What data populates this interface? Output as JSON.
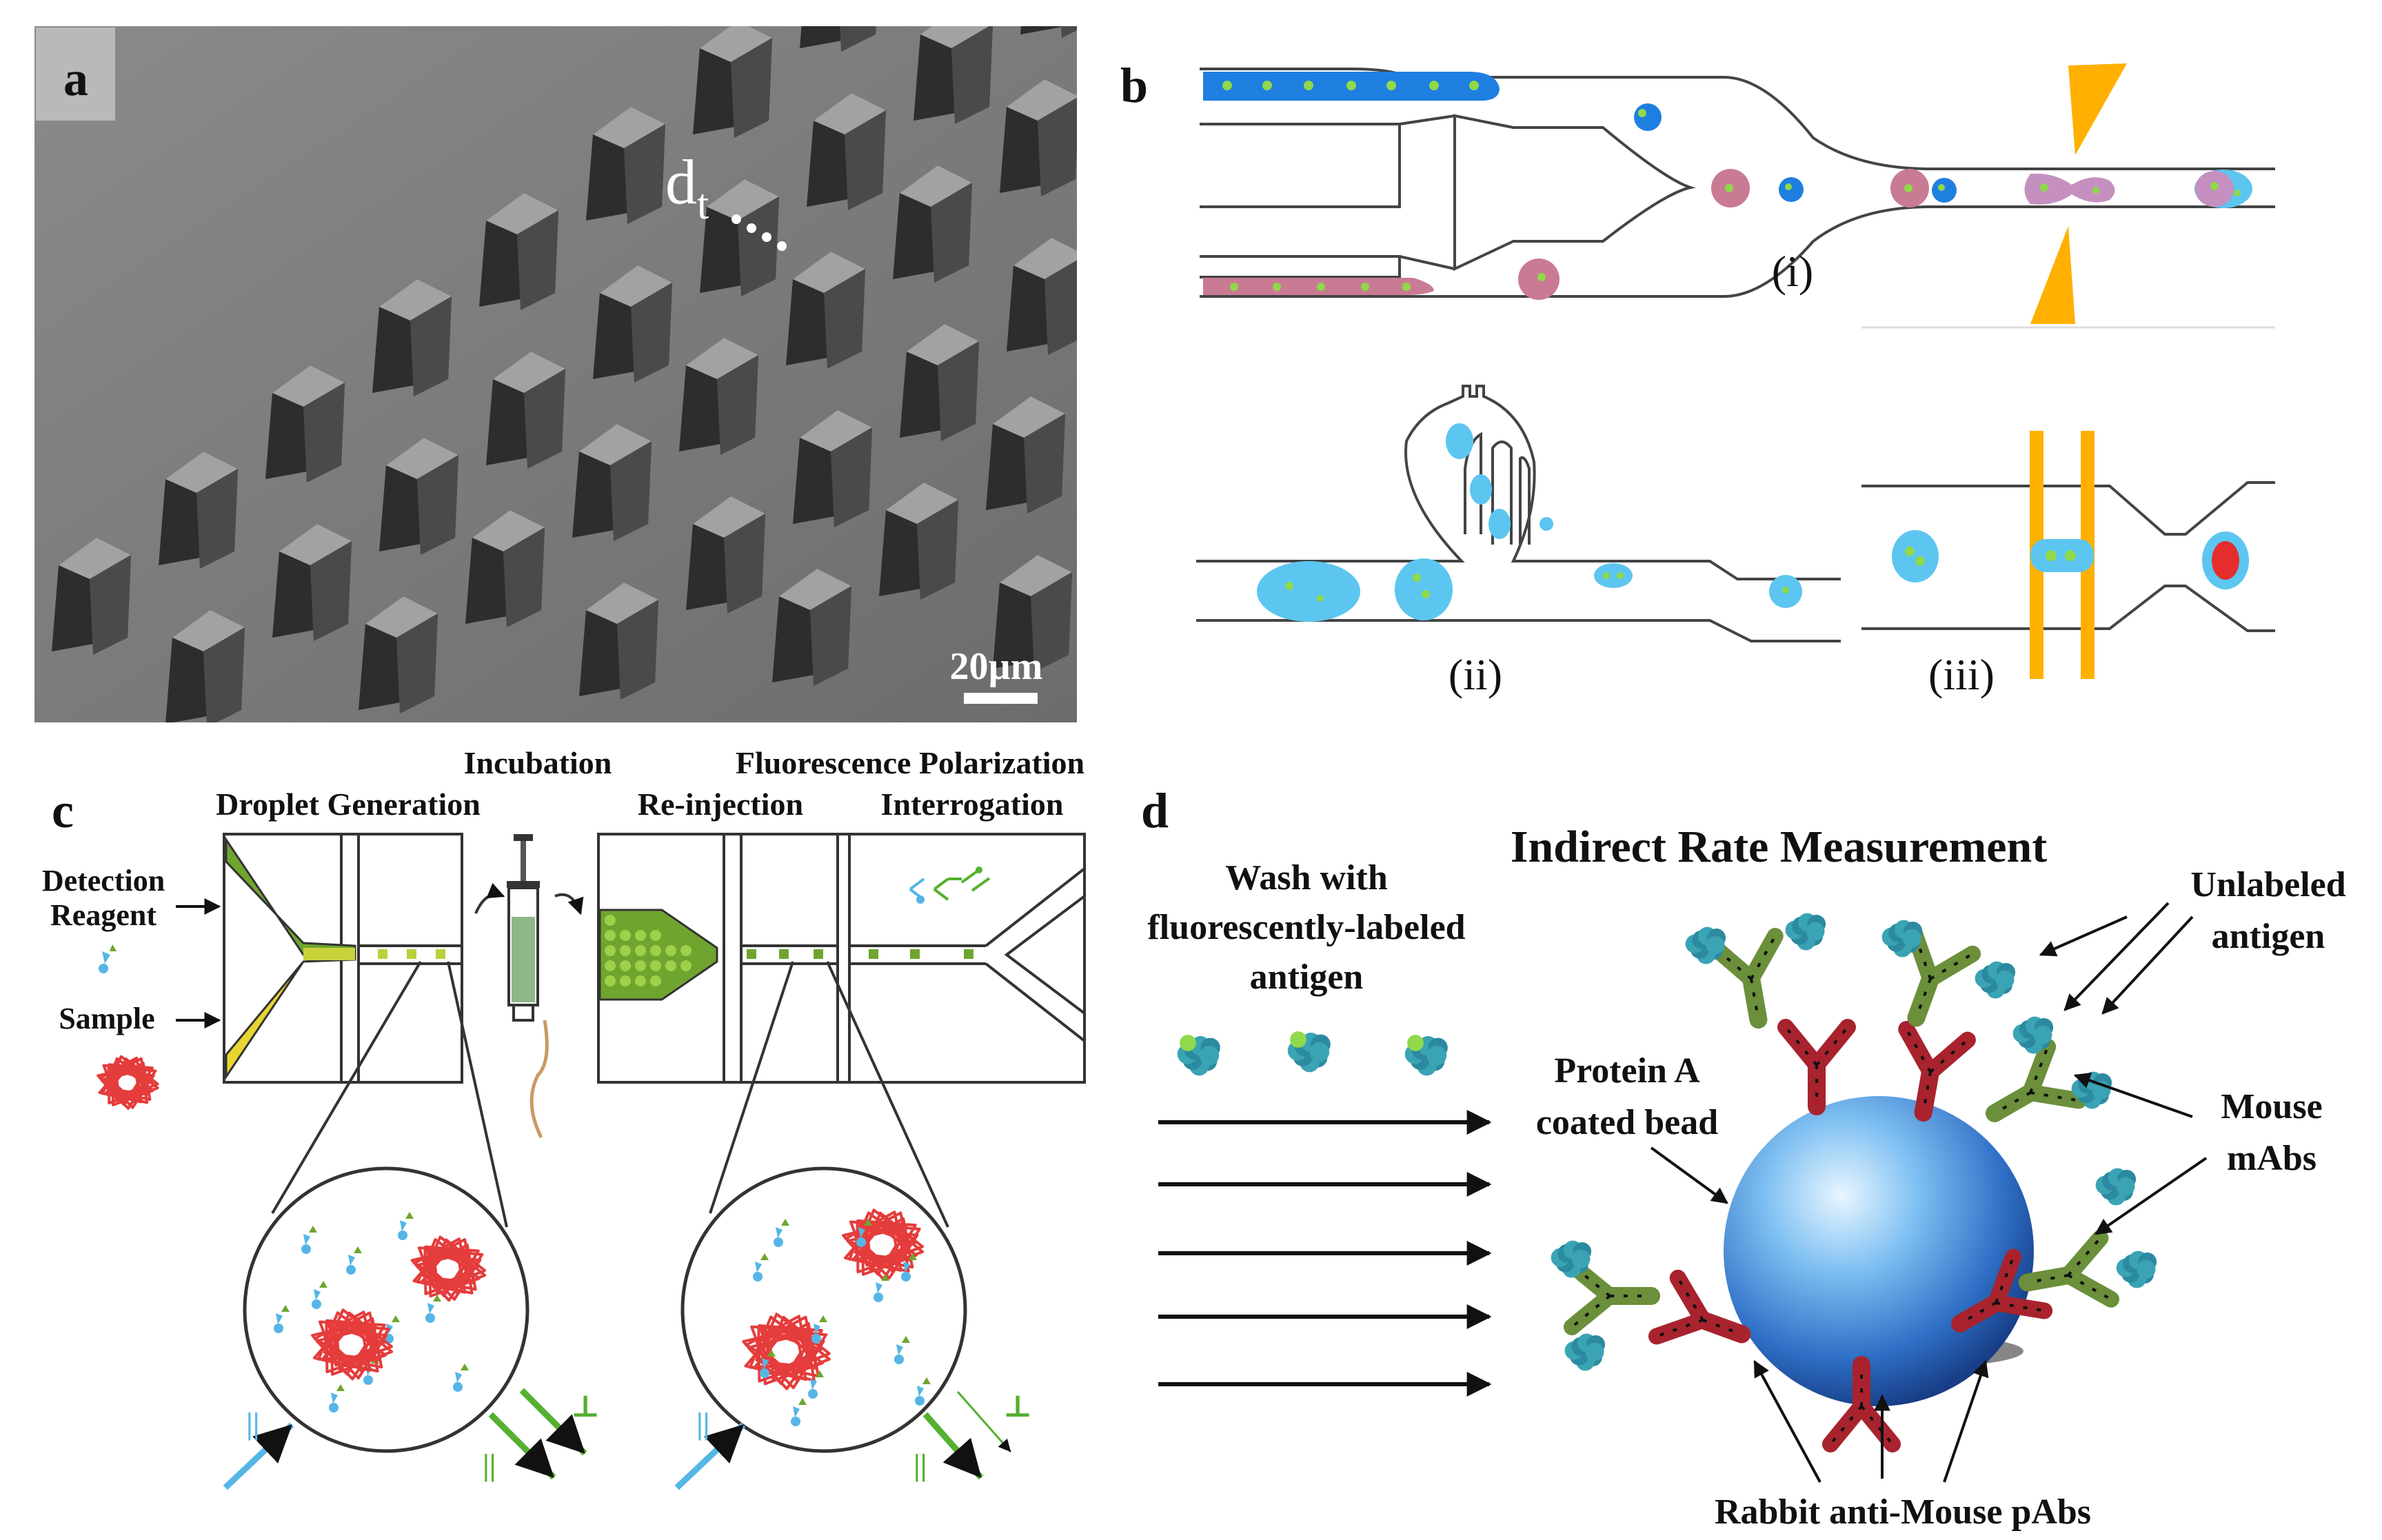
{
  "panels": {
    "a": {
      "letter": "a",
      "pillar_gap_label_main": "d",
      "pillar_gap_label_sub": "t",
      "scale_bar_label": "20µm"
    },
    "b": {
      "letter": "b",
      "sub_i": "(i)",
      "sub_ii": "(ii)",
      "sub_iii": "(iii)"
    },
    "c": {
      "letter": "c",
      "droplet_generation": "Droplet Generation",
      "incubation": "Incubation",
      "fluorescence_polarization": "Fluorescence Polarization",
      "reinjection": "Re-injection",
      "interrogation": "Interrogation",
      "detection": "Detection",
      "reagent": "Reagent",
      "sample": "Sample",
      "polarization_par": "||",
      "polarization_perp": "⊥"
    },
    "d": {
      "letter": "d",
      "title": "Indirect Rate Measurement",
      "wash_line1": "Wash with",
      "wash_line2": "fluorescently-labeled",
      "wash_line3": "antigen",
      "protein_a_line1": "Protein A",
      "protein_a_line2": "coated bead",
      "unlabeled_line1": "Unlabeled",
      "unlabeled_line2": "antigen",
      "mouse_line1": "Mouse",
      "mouse_line2": "mAbs",
      "rabbit": "Rabbit anti-Mouse pAbs"
    }
  },
  "colors": {
    "sem_bg": "#7b7b7b",
    "sem_pillar": "#2f2f2f",
    "sem_pillar_top": "#9a9a9a",
    "blue_phase": "#1e7fe0",
    "pink_phase": "#c97b93",
    "green_bead": "#8fd94a",
    "cyan_drop": "#5cc6f0",
    "laser": "#ffb000",
    "reagent_green": "#6fa52f",
    "sample_yellow": "#e7d531",
    "chain_red": "#e53c3c",
    "arrow_blue": "#55b6e6",
    "arrow_green": "#55b030",
    "antigen_teal": "#3aa3b4",
    "mab_green": "#6b8f3a",
    "pab_red": "#a8232e",
    "bead_blue": "#3d86d9"
  }
}
